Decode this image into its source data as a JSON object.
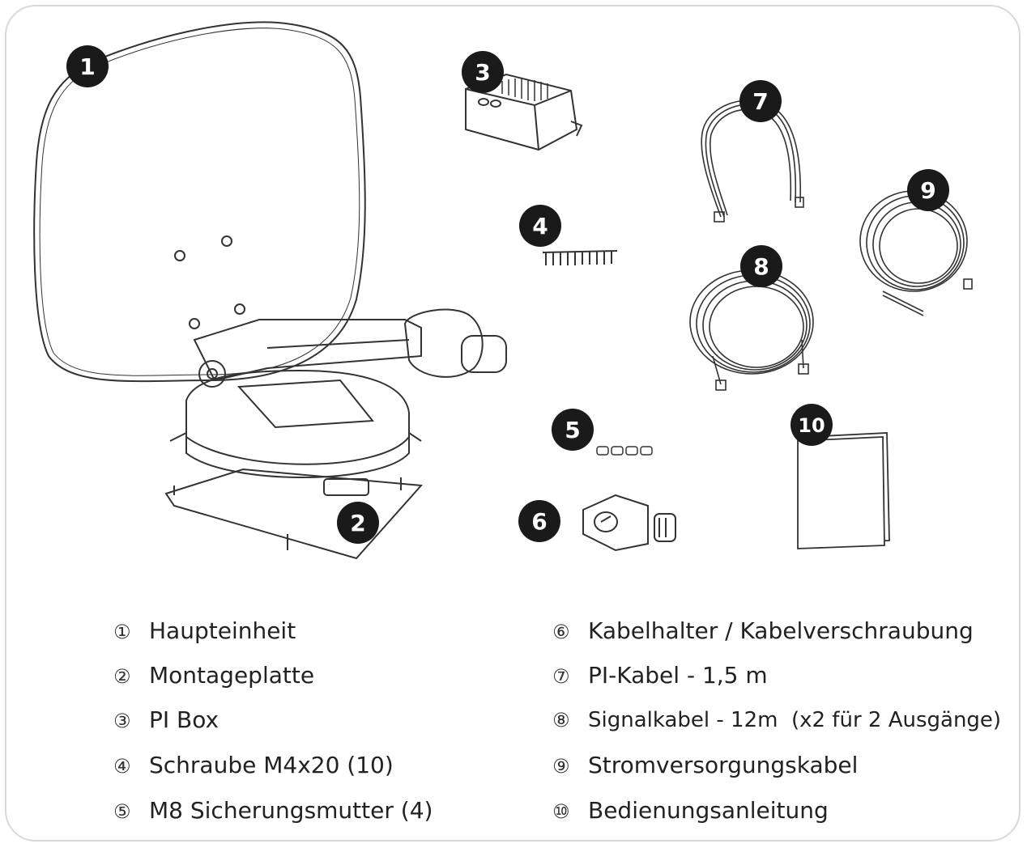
{
  "badges": [
    "1",
    "2",
    "3",
    "4",
    "5",
    "6",
    "7",
    "8",
    "9",
    "10"
  ],
  "legend_left": [
    {
      "num": "①",
      "label": "Haupteinheit"
    },
    {
      "num": "②",
      "label": "Montageplatte"
    },
    {
      "num": "③",
      "label": "PI Box"
    },
    {
      "num": "④",
      "label": "Schraube M4x20 (10)"
    },
    {
      "num": "⑤",
      "label": "M8 Sicherungsmutter (4)"
    }
  ],
  "legend_right": [
    {
      "num": "⑥",
      "label": "Kabelhalter / Kabelverschraubung"
    },
    {
      "num": "⑦",
      "label": "PI-Kabel - 1,5 m"
    },
    {
      "num": "⑧",
      "label": "Signalkabel - 12m  (x2 für 2 Ausgänge)"
    },
    {
      "num": "⑨",
      "label": "Stromversorgungskabel"
    },
    {
      "num": "⑩",
      "label": "Bedienungsanleitung"
    }
  ],
  "colors": {
    "badge": "#1a1a1a",
    "line": "#333333",
    "frame": "#d9d9d9"
  }
}
